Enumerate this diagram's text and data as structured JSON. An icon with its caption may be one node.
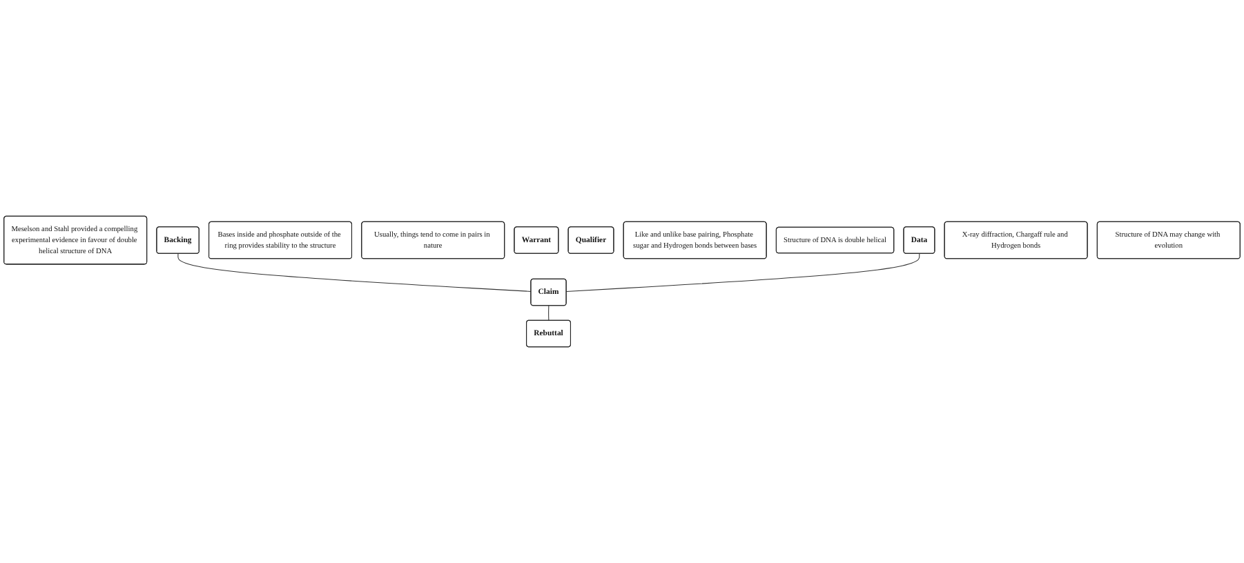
{
  "diagram": {
    "nodes": [
      {
        "text": [
          "Meselson and Stahl provided a compelling experimental evidence in favour of double helical structure of DNA"
        ]
      },
      {
        "text": [
          "Backing"
        ]
      },
      {
        "text": [
          "Bases inside and phosphate outside of the ring provides stability to the structure"
        ]
      },
      {
        "text": [
          "Usually, things tend to come in pairs in nature"
        ]
      },
      {
        "text": [
          "Warrant"
        ]
      },
      {
        "text": [
          "Qualifier"
        ]
      },
      {
        "text": [
          "Like and unlike base pairing, Phosphate sugar and Hydrogen bonds between bases"
        ]
      },
      {
        "text": [
          "Structure of DNA is double helical"
        ]
      },
      {
        "text": [
          "Data"
        ]
      },
      {
        "text": [
          "Claim"
        ]
      },
      {
        "text": [
          "X-ray diffraction, Chargaff rule and Hydrogen bonds"
        ]
      },
      {
        "text": [
          "Rebuttal"
        ]
      },
      {
        "text": [
          "Structure of DNA may change with evolution"
        ]
      }
    ],
    "edges": [
      {
        "from": 1,
        "to": 9,
        "arrow": "none"
      },
      {
        "from": 8,
        "to": 9,
        "arrow": "none"
      },
      {
        "from": 9,
        "to": 11,
        "arrow": "none"
      }
    ]
  }
}
